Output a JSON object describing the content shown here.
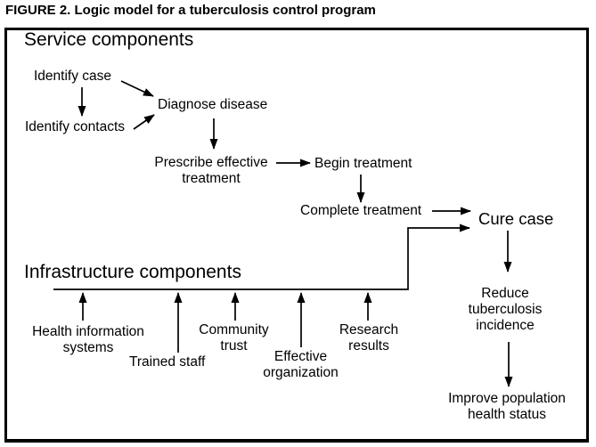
{
  "caption": "FIGURE 2. Logic model for a tuberculosis control program",
  "headings": {
    "service": "Service components",
    "infrastructure": "Infrastructure components"
  },
  "nodes": {
    "identify_case": "Identify case",
    "identify_contacts": "Identify contacts",
    "diagnose_disease": "Diagnose disease",
    "prescribe_effective_treatment": "Prescribe effective\ntreatment",
    "begin_treatment": "Begin treatment",
    "complete_treatment": "Complete treatment",
    "cure_case": "Cure case",
    "reduce_tuberculosis_incidence": "Reduce\ntuberculosis\nincidence",
    "improve_population_health_status": "Improve population\nhealth status",
    "health_information_systems": "Health information\nsystems",
    "trained_staff": "Trained staff",
    "community_trust": "Community\ntrust",
    "effective_organization": "Effective\norganization",
    "research_results": "Research\nresults"
  },
  "edges": [
    {
      "from": "identify_case",
      "to": "identify_contacts"
    },
    {
      "from": "identify_case",
      "to": "diagnose_disease"
    },
    {
      "from": "identify_contacts",
      "to": "diagnose_disease"
    },
    {
      "from": "diagnose_disease",
      "to": "prescribe_effective_treatment"
    },
    {
      "from": "prescribe_effective_treatment",
      "to": "begin_treatment"
    },
    {
      "from": "begin_treatment",
      "to": "complete_treatment"
    },
    {
      "from": "complete_treatment",
      "to": "cure_case"
    },
    {
      "from": "infrastructure_platform",
      "to": "cure_case"
    },
    {
      "from": "cure_case",
      "to": "reduce_tuberculosis_incidence"
    },
    {
      "from": "reduce_tuberculosis_incidence",
      "to": "improve_population_health_status"
    },
    {
      "from": "health_information_systems",
      "to": "infrastructure_platform"
    },
    {
      "from": "trained_staff",
      "to": "infrastructure_platform"
    },
    {
      "from": "community_trust",
      "to": "infrastructure_platform"
    },
    {
      "from": "effective_organization",
      "to": "infrastructure_platform"
    },
    {
      "from": "research_results",
      "to": "infrastructure_platform"
    }
  ],
  "colors": {
    "ink": "#000000",
    "paper": "#ffffff"
  }
}
